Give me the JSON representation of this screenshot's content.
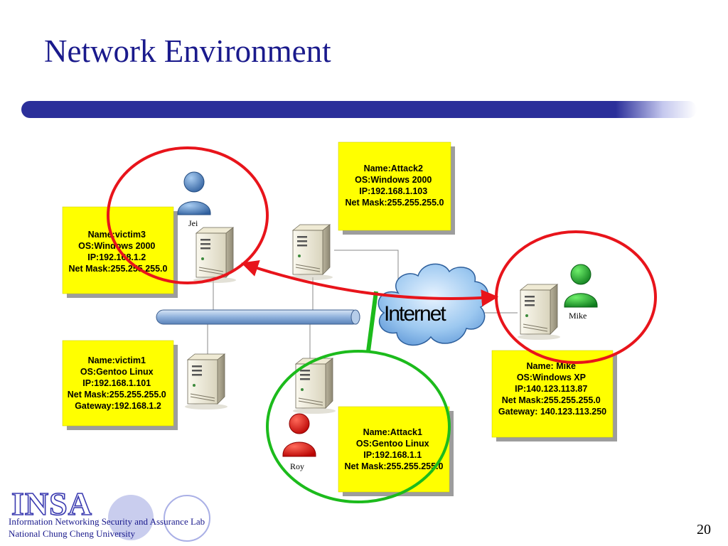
{
  "slide": {
    "title": "Network Environment",
    "page_number": "20"
  },
  "footer": {
    "logo_text": "INSA",
    "line1": "Information Networking Security and Assurance Lab",
    "line2": "National Chung Cheng University"
  },
  "colors": {
    "title": "#1a1a8c",
    "info_box": "#ffff00",
    "highlight_red": "#e8141b",
    "highlight_green": "#1cbb1c",
    "person_blue": "#4a82c8",
    "person_green": "#11b52a",
    "person_red": "#e01010"
  },
  "internet": {
    "label": "Internet"
  },
  "persons": {
    "jei": {
      "name": "Jei"
    },
    "mike": {
      "name": "Mike"
    },
    "roy": {
      "name": "Roy"
    }
  },
  "boxes": {
    "victim3": {
      "lines": [
        "Name:victim3",
        "OS:Windows 2000",
        "IP:192.168.1.2",
        "Net Mask:255.255.255.0"
      ]
    },
    "attack2": {
      "lines": [
        "Name:Attack2",
        "OS:Windows 2000",
        "IP:192.168.1.103",
        "Net Mask:255.255.255.0"
      ]
    },
    "victim1": {
      "lines": [
        "Name:victim1",
        "OS:Gentoo Linux",
        "IP:192.168.1.101",
        "Net Mask:255.255.255.0",
        "Gateway:192.168.1.2"
      ]
    },
    "mike": {
      "lines": [
        "Name: Mike",
        "OS:Windows XP",
        "IP:140.123.113.87",
        "Net Mask:255.255.255.0",
        "Gateway: 140.123.113.250"
      ]
    },
    "attack1": {
      "lines": [
        "Name:Attack1",
        "OS:Gentoo Linux",
        "IP:192.168.1.1",
        "Net Mask:255.255.255.0"
      ]
    }
  }
}
